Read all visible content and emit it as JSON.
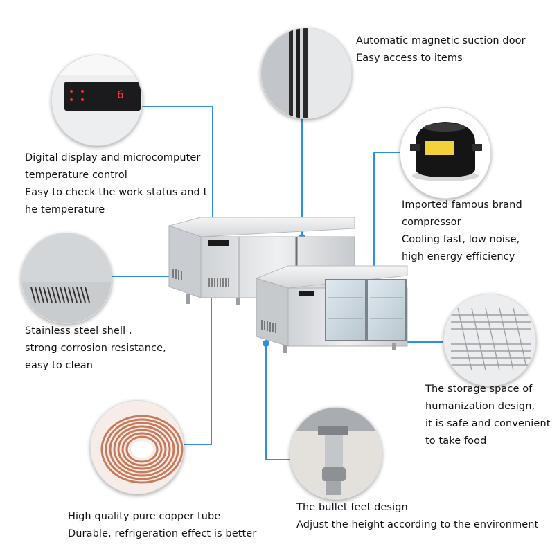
{
  "features": {
    "display": {
      "lines": [
        "Digital display and microcomputer",
        "temperature control",
        "Easy to check the work status and t",
        "he temperature"
      ],
      "readout": "6"
    },
    "door": {
      "lines": [
        "Automatic magnetic suction door",
        "Easy access to items"
      ]
    },
    "compressor": {
      "lines": [
        "Imported famous brand",
        "compressor",
        "Cooling fast, low noise,",
        "high energy efficiency"
      ]
    },
    "shell": {
      "lines": [
        "Stainless steel shell ,",
        "strong corrosion resistance,",
        "easy to clean"
      ]
    },
    "storage": {
      "lines": [
        "The storage space of",
        "humanization design,",
        "it is safe and convenient",
        "to take food"
      ]
    },
    "copper": {
      "lines": [
        "High quality pure copper tube",
        "Durable, refrigeration effect is better"
      ]
    },
    "feet": {
      "lines": [
        "The bullet feet design",
        "Adjust the height according to the  environment"
      ]
    }
  },
  "colors": {
    "connector": "#2f8fe0",
    "steel": "#d8dadd",
    "copper": "#c97a5a"
  }
}
